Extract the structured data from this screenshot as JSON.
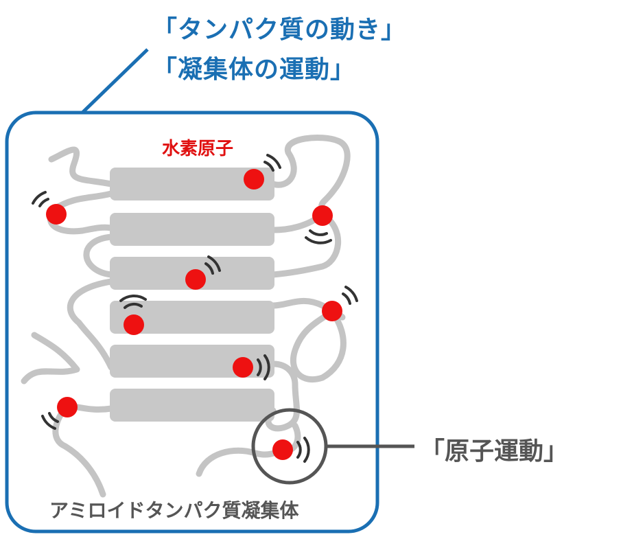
{
  "title": {
    "line1": "「タンパク質の動き」",
    "line2": "「凝集体の運動」"
  },
  "labels": {
    "hydrogen_atom": "水素原子",
    "atomic_motion": "「原子運動」",
    "aggregate": "アミロイドタンパク質凝集体"
  },
  "colors": {
    "frame": "#1a6fb3",
    "atom": "#ee1111",
    "strand": "#c8c8c8",
    "loop": "#c4c4c4",
    "callout": "#555555",
    "vibration": "#333333"
  }
}
